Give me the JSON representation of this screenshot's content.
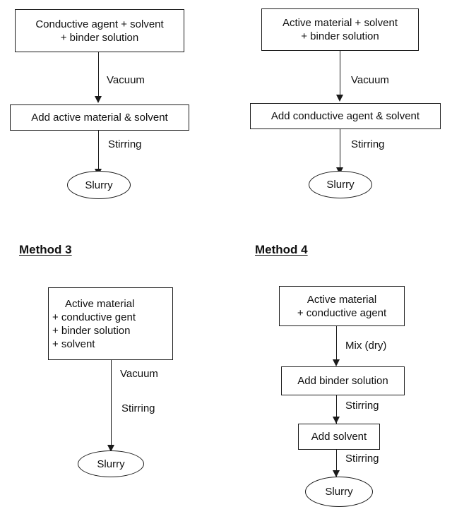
{
  "figure": {
    "description": "Four flowcharts showing electrode slurry preparation methods",
    "background_color": "#ffffff",
    "stroke_color": "#1a1a1a",
    "text_color": "#101010"
  },
  "methods": [
    {
      "id": "method-1",
      "title": "",
      "nodes": [
        {
          "name": "start-box",
          "shape": "rect",
          "lines": [
            "Conductive agent + solvent",
            "+ binder solution"
          ]
        },
        {
          "name": "step-box",
          "shape": "rect",
          "lines": [
            "Add active material & solvent"
          ]
        },
        {
          "name": "result-ellipse",
          "shape": "ellipse",
          "lines": [
            "Slurry"
          ]
        }
      ],
      "edges": [
        {
          "name": "edge-vacuum",
          "label": "Vacuum"
        },
        {
          "name": "edge-stirring",
          "label": "Stirring"
        }
      ]
    },
    {
      "id": "method-2",
      "title": "",
      "nodes": [
        {
          "name": "start-box",
          "shape": "rect",
          "lines": [
            "Active material + solvent",
            "+ binder solution"
          ]
        },
        {
          "name": "step-box",
          "shape": "rect",
          "lines": [
            "Add conductive agent & solvent"
          ]
        },
        {
          "name": "result-ellipse",
          "shape": "ellipse",
          "lines": [
            "Slurry"
          ]
        }
      ],
      "edges": [
        {
          "name": "edge-vacuum",
          "label": "Vacuum"
        },
        {
          "name": "edge-stirring",
          "label": "Stirring"
        }
      ]
    },
    {
      "id": "method-3",
      "title": "Method 3",
      "nodes": [
        {
          "name": "start-box",
          "shape": "rect",
          "lines": [
            "Active material",
            "+ conductive gent",
            "+ binder solution",
            "+ solvent"
          ]
        },
        {
          "name": "result-ellipse",
          "shape": "ellipse",
          "lines": [
            "Slurry"
          ]
        }
      ],
      "edges": [
        {
          "name": "edge-vacuum",
          "label": "Vacuum"
        },
        {
          "name": "edge-stirring",
          "label": "Stirring"
        }
      ]
    },
    {
      "id": "method-4",
      "title": "Method 4",
      "nodes": [
        {
          "name": "start-box",
          "shape": "rect",
          "lines": [
            "Active material",
            "+ conductive agent"
          ]
        },
        {
          "name": "binder-box",
          "shape": "rect",
          "lines": [
            "Add binder solution"
          ]
        },
        {
          "name": "solvent-box",
          "shape": "rect",
          "lines": [
            "Add solvent"
          ]
        },
        {
          "name": "result-ellipse",
          "shape": "ellipse",
          "lines": [
            "Slurry"
          ]
        }
      ],
      "edges": [
        {
          "name": "edge-mix-dry",
          "label": "Mix (dry)"
        },
        {
          "name": "edge-stirring-1",
          "label": "Stirring"
        },
        {
          "name": "edge-stirring-2",
          "label": "Stirring"
        }
      ]
    }
  ]
}
